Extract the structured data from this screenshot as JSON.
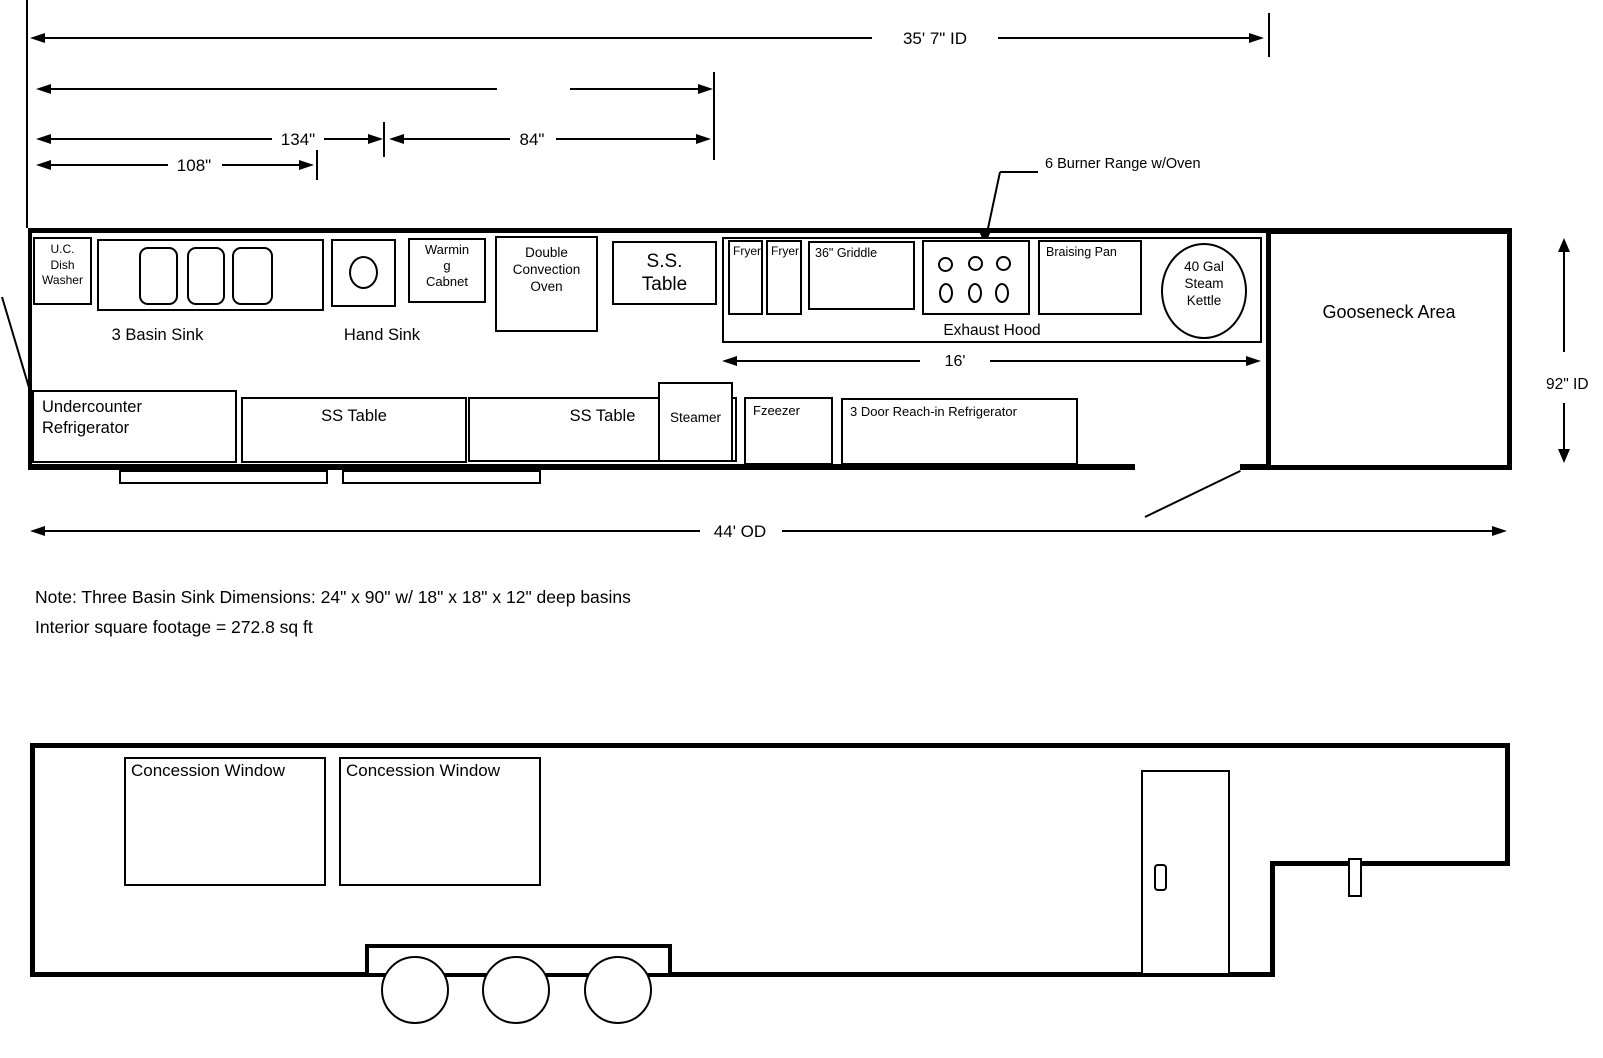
{
  "dimensions": {
    "overall_interior": "35' 7\" ID",
    "seg_134": "134\"",
    "seg_84": "84\"",
    "seg_108": "108\"",
    "hood_run": "16'",
    "overall_exterior": "44' OD",
    "interior_width": "92\" ID"
  },
  "annotations": {
    "range_callout": "6 Burner Range w/Oven"
  },
  "floor_plan": {
    "uc_dishwasher_lines": [
      "U.C.",
      "Dish",
      "Washer"
    ],
    "basin_sink_label": "3 Basin Sink",
    "hand_sink_label": "Hand Sink",
    "warming_cabinet_lines": [
      "Warmin",
      "g",
      "Cabnet"
    ],
    "double_convection_oven_lines": [
      "Double",
      "Convection",
      "Oven"
    ],
    "ss_table_small_lines": [
      "S.S.",
      "Table"
    ],
    "fryer1": "Fryer",
    "fryer2": "Fryer",
    "griddle": "36\" Griddle",
    "braising_pan": "Braising Pan",
    "steam_kettle_lines": [
      "40 Gal",
      "Steam",
      "Kettle"
    ],
    "exhaust_hood": "Exhaust Hood",
    "gooseneck": "Gooseneck Area",
    "uc_refrigerator_lines": [
      "Undercounter",
      "Refrigerator"
    ],
    "ss_table1": "SS Table",
    "ss_table2": "SS Table",
    "steamer": "Steamer",
    "freezer": "Fzeezer",
    "reach_in_refrigerator": "3 Door Reach-in Refrigerator"
  },
  "side_view": {
    "window1": "Concession Window",
    "window2": "Concession Window"
  },
  "notes": {
    "line1": "Note: Three Basin Sink Dimensions: 24\" x 90\" w/ 18\" x 18\" x 12\" deep basins",
    "line2": "Interior square footage = 272.8 sq ft"
  }
}
